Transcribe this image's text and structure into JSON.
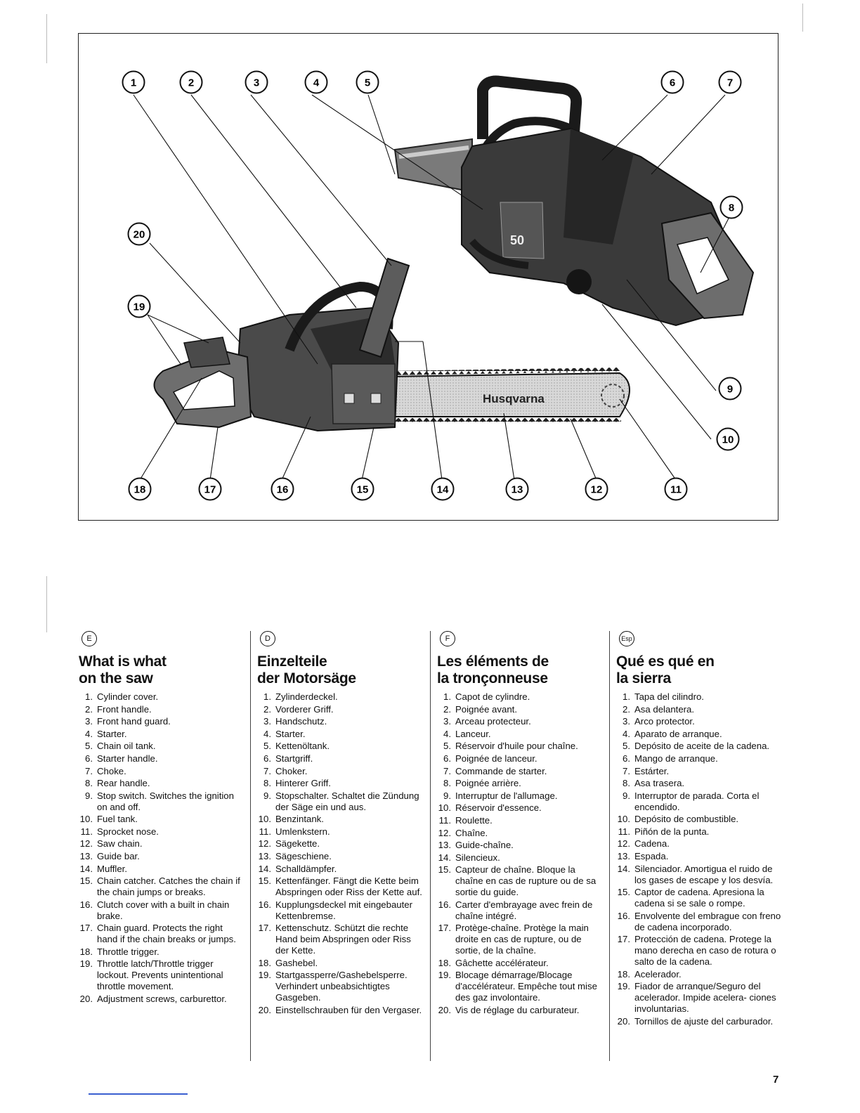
{
  "figure": {
    "brand_text": "Husqvarna",
    "model_text": "50",
    "callouts_top": [
      "1",
      "2",
      "3",
      "4",
      "5",
      "6",
      "7"
    ],
    "callouts_right": [
      "8",
      "9",
      "10"
    ],
    "callouts_bottom": [
      "18",
      "17",
      "16",
      "15",
      "14",
      "13",
      "12",
      "11"
    ],
    "callouts_left": [
      "20",
      "19"
    ]
  },
  "columns": [
    {
      "lang": "E",
      "title_line1": "What is what",
      "title_line2": "on the saw",
      "items": [
        "Cylinder cover.",
        "Front handle.",
        "Front hand guard.",
        "Starter.",
        "Chain oil tank.",
        "Starter handle.",
        "Choke.",
        "Rear handle.",
        "Stop switch. Switches the ignition on and off.",
        "Fuel tank.",
        "Sprocket nose.",
        "Saw chain.",
        "Guide bar.",
        "Muffler.",
        "Chain catcher. Catches the chain if the chain jumps or breaks.",
        "Clutch cover with a built in chain brake.",
        "Chain guard. Protects the right hand if the chain breaks or jumps.",
        "Throttle trigger.",
        "Throttle latch/Throttle trigger lockout. Prevents unintentional throttle movement.",
        "Adjustment screws, carburettor."
      ]
    },
    {
      "lang": "D",
      "title_line1": "Einzelteile",
      "title_line2": "der Motorsäge",
      "items": [
        "Zylinderdeckel.",
        "Vorderer Griff.",
        "Handschutz.",
        "Starter.",
        "Kettenöltank.",
        "Startgriff.",
        "Choker.",
        "Hinterer Griff.",
        "Stopschalter. Schaltet die Zündung der Säge ein und aus.",
        "Benzintank.",
        "Umlenkstern.",
        "Sägekette.",
        "Sägeschiene.",
        "Schalldämpfer.",
        "Kettenfänger. Fängt die Kette beim Abspringen oder Riss der Kette auf.",
        "Kupplungsdeckel mit eingebauter Kettenbremse.",
        "Kettenschutz. Schützt die rechte Hand beim Abspringen oder Riss der Kette.",
        "Gashebel.",
        "Startgassperre/Gashebelsperre. Verhindert unbeabsichtigtes Gasgeben.",
        "Einstellschrauben für den Vergaser."
      ]
    },
    {
      "lang": "F",
      "title_line1": "Les éléments de",
      "title_line2": "la tronçonneuse",
      "items": [
        "Capot de cylindre.",
        "Poignée avant.",
        "Arceau protecteur.",
        "Lanceur.",
        "Réservoir d'huile pour chaîne.",
        "Poignée de lanceur.",
        "Commande de starter.",
        "Poignée arrière.",
        "Interruptur de l'allumage.",
        "Réservoir d'essence.",
        "Roulette.",
        "Chaîne.",
        "Guide-chaîne.",
        "Silencieux.",
        "Capteur de chaîne. Bloque la chaîne en cas de rupture ou de sa sortie du guide.",
        "Carter d'embrayage avec frein de chaîne intégré.",
        "Protège-chaîne. Protège la main droite en cas de rupture, ou de sortie, de la chaîne.",
        "Gâchette accélérateur.",
        "Blocage démarrage/Blocage d'accélérateur. Empêche tout mise des gaz involontaire.",
        "Vis de réglage du carburateur."
      ]
    },
    {
      "lang": "Esp",
      "title_line1": "Qué es qué en",
      "title_line2": "la sierra",
      "items": [
        "Tapa del cilindro.",
        "Asa delantera.",
        "Arco protector.",
        "Aparato de arranque.",
        "Depósito de aceite de la cadena.",
        "Mango de arranque.",
        "Estárter.",
        "Asa trasera.",
        "Interruptor de parada. Corta el encendido.",
        "Depósito de combustible.",
        "Piñón de la punta.",
        "Cadena.",
        "Espada.",
        "Silenciador. Amortigua el ruido de los gases de escape y los desvía.",
        "Captor de cadena. Apresiona la cadena si se sale o rompe.",
        "Envolvente del embrague con freno de cadena incorporado.",
        "Protección de cadena. Protege la mano derecha en caso de rotura o salto de la cadena.",
        "Acelerador.",
        "Fiador de arranque/Seguro del acelerador. Impide acelera- ciones involuntarias.",
        "Tornillos de ajuste del carburador."
      ]
    }
  ],
  "page_number": "7"
}
